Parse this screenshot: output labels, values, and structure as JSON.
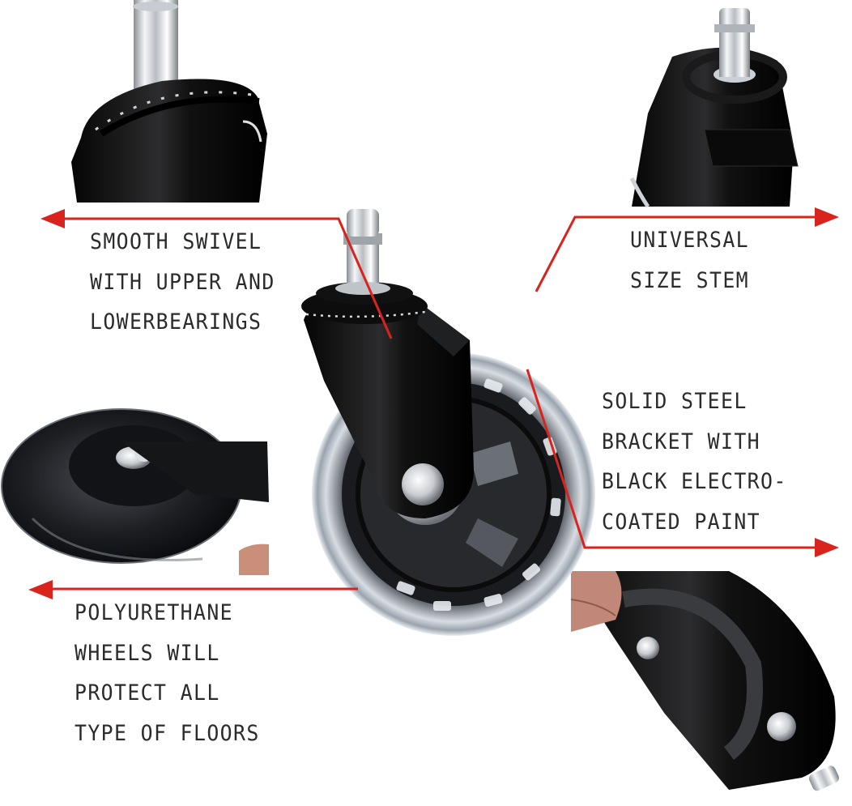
{
  "image": {
    "kind": "product feature infographic",
    "subject": "office chair caster wheel",
    "accent_color": "#d9231d",
    "text_color": "#2b2b2b",
    "background": "#ffffff"
  },
  "callouts": [
    {
      "id": "swivel",
      "lines": [
        "SMOOTH SWIVEL",
        "WITH UPPER AND",
        "LOWERBEARINGS"
      ],
      "arrow_direction": "left",
      "points_to": "swivel bearing plate"
    },
    {
      "id": "stem",
      "lines": [
        "UNIVERSAL",
        "SIZE STEM"
      ],
      "arrow_direction": "right",
      "points_to": "grip ring stem"
    },
    {
      "id": "bracket",
      "lines": [
        "SOLID STEEL",
        "BRACKET WITH",
        "BLACK ELECTRO-",
        "COATED PAINT"
      ],
      "arrow_direction": "right",
      "points_to": "black steel bracket"
    },
    {
      "id": "wheels",
      "lines": [
        "POLYURETHANE",
        "WHEELS WILL",
        "PROTECT ALL",
        "TYPE OF FLOORS"
      ],
      "arrow_direction": "left",
      "points_to": "clear polyurethane wheel"
    }
  ],
  "insets": [
    {
      "id": "top-left",
      "shows": "swivel bearing close-up"
    },
    {
      "id": "top-right",
      "shows": "stem close-up"
    },
    {
      "id": "middle-left",
      "shows": "wheel hub close-up"
    },
    {
      "id": "bottom-right",
      "shows": "bracket underside close-up"
    }
  ]
}
